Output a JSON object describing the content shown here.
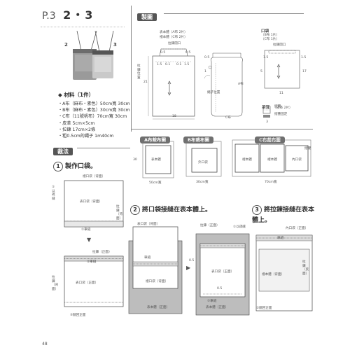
{
  "header": {
    "page_label": "P.3",
    "title": "2・3"
  },
  "photo": {
    "label_left": "2",
    "label_right": "3"
  },
  "materials": {
    "title": "材料（1件）",
    "items": [
      "・A布（麻布・素色）50cm寬 30cm",
      "・B布（麻布・素色）30cm寬 30cm",
      "・C布（11號帆布）70cm寬 30cm",
      "・皮革 5cm×5cm",
      "・拉鍊 17cm×2條",
      "・粗0.5cm的繩子 1m40cm"
    ]
  },
  "diagram": {
    "tag": "製圖",
    "legend1": "表本體（A布 2片）",
    "legend2": "裡本體（C布 2片）",
    "zipper_pos": "拉鍊開口",
    "num_05": "0.5",
    "num_15": "1.5",
    "num_01": "0.1",
    "num_1": "1",
    "num_21": "21",
    "num_18": "18",
    "num_17": "17",
    "num_5": "5",
    "num_11": "11",
    "num_3": "3",
    "pocket_label": "口袋",
    "pocket_sub1": "（B布 1片）",
    "pocket_sub2": "（C布 1片）",
    "pocket_zip": "拉鍊開口",
    "tab_label": "吊耳",
    "tab_sub": "（皮革 2片）",
    "fold_label": "摺雙",
    "fold_mark": "摺疊固定",
    "attach_label": "A布",
    "cloth_label": "C布",
    "zip_side": "拉鍊位置",
    "strap_note": "繩子位置"
  },
  "cutting": {
    "tag": "裁法",
    "a_label": "A布裁布圖",
    "b_label": "B布裁布圖",
    "c_label": "C布裁布圖",
    "a_piece": "表本體",
    "b_piece": "外口袋",
    "c_piece1": "裡本體",
    "c_piece2": "裡本體",
    "c_piece3": "內口袋",
    "a_width": "50cm寬",
    "b_width": "30cm寬",
    "c_width": "70cm寬",
    "height": "30",
    "note": "摺雙"
  },
  "steps": {
    "step1": {
      "num": "1",
      "title": "製作口袋。"
    },
    "step2": {
      "num": "2",
      "title": "將口袋接縫在表本體上。"
    },
    "step3": {
      "num": "3",
      "title": "將拉鍊接縫在表本體上。"
    }
  },
  "labels": {
    "inner_pocket_back": "裡口袋（背面）",
    "outer_pocket_front": "表口袋（正面）",
    "outer_pocket_back": "表口袋（背面）",
    "zip_front": "拉鍊（正面）",
    "zip_back": "拉鍊（背面）",
    "sew_zip": "①車縫",
    "sew_both": "②車縫",
    "fold_edge": "③翻回正面",
    "fold_and_seam": "①以疏縫",
    "pocket_front": "表口袋（正面）",
    "body_front": "表本體（正面）",
    "body_back": "表本體（背面）",
    "turn_inside": "②翻回正面",
    "baste": "①暫縫固定",
    "sew_end": "②車縫",
    "sew3": "③車縫",
    "sew_line": "車縫",
    "seam_05": "0.5",
    "inner_body_back": "裡本體（背面）",
    "zip_right": "拉鍊（正面）",
    "inner_pocket_front": "內口袋（正面）",
    "fold_back": "②翻回正面",
    "back_of_zip": "拉鍊（背面）",
    "zip_open": "拉鍊（反面）"
  },
  "footer": {
    "page_number": "48"
  }
}
